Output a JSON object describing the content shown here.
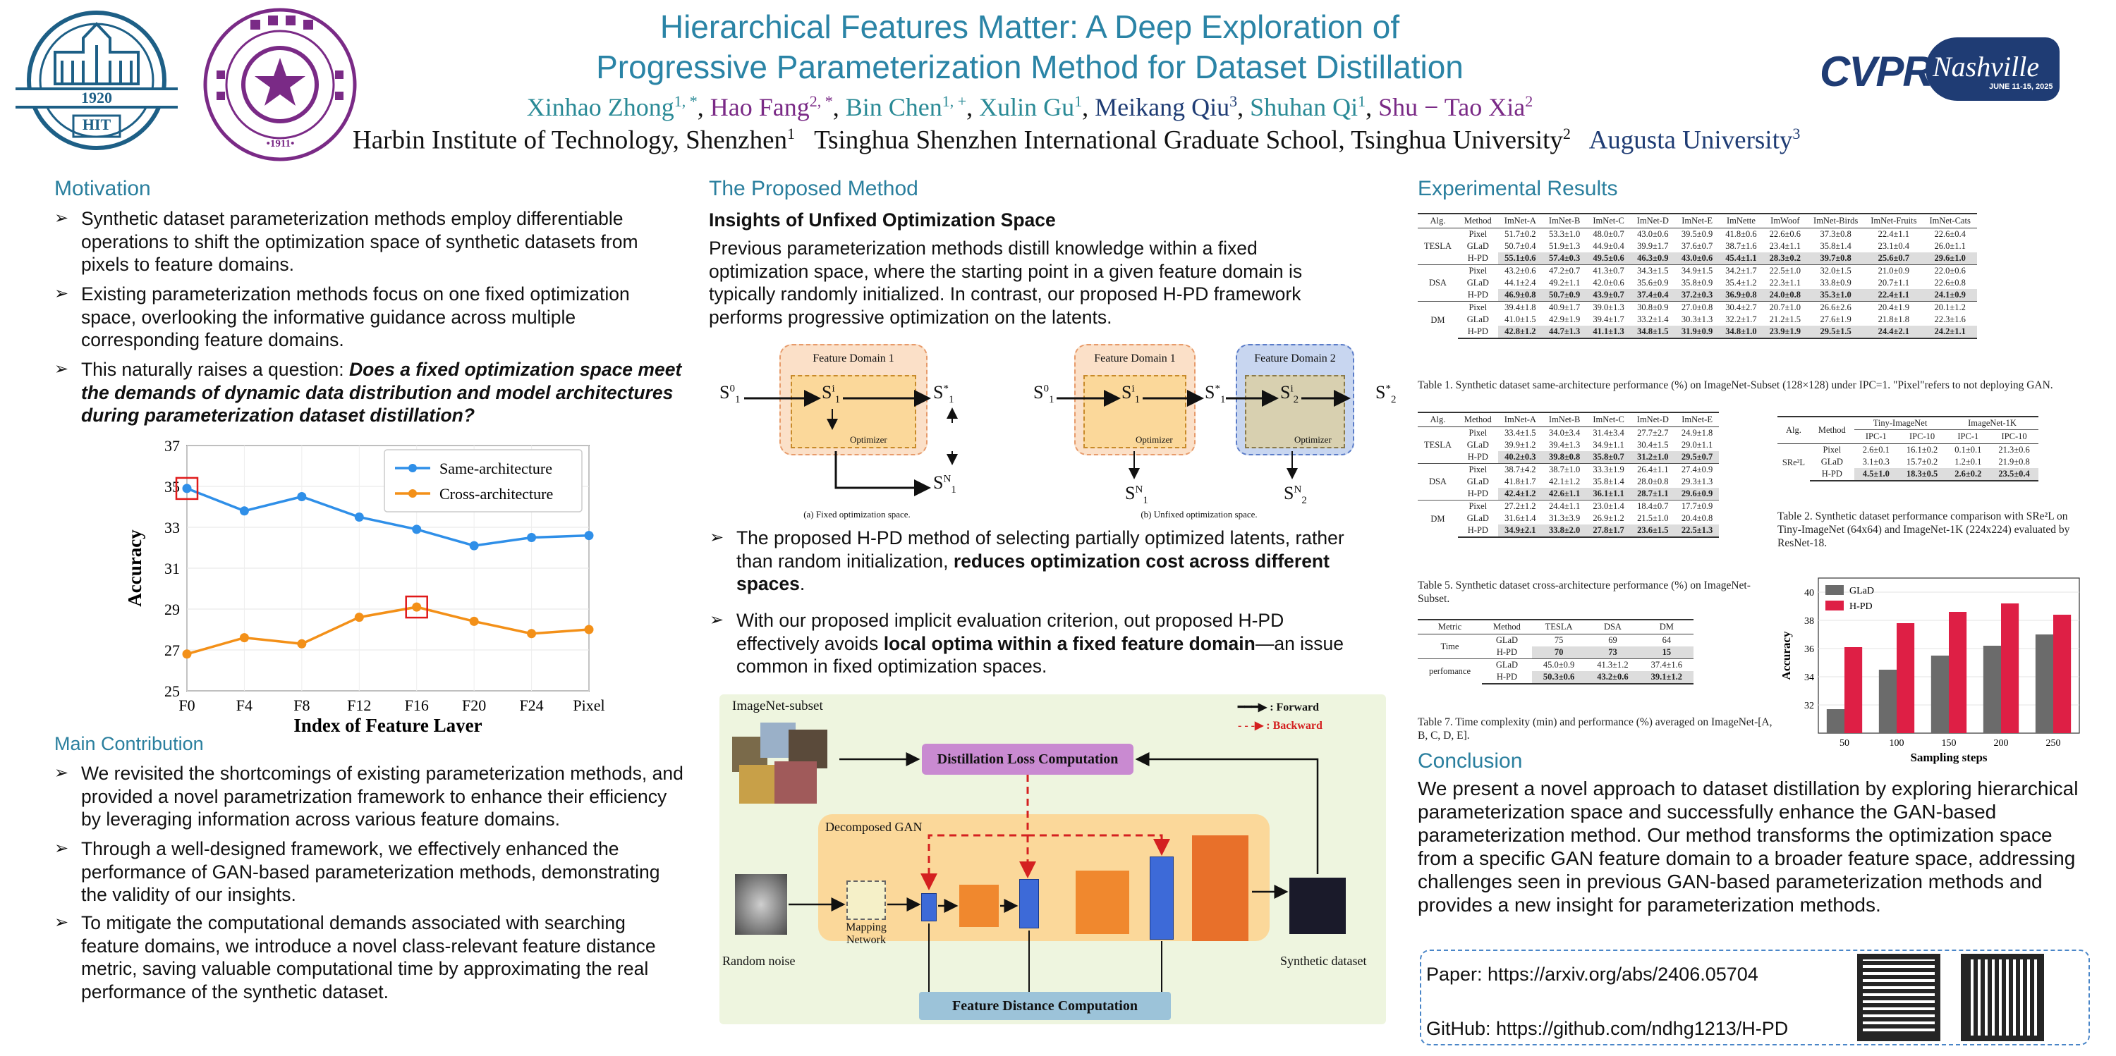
{
  "header": {
    "title_line1": "Hierarchical Features Matter: A Deep Exploration of",
    "title_line2": "Progressive Parameterization Method for Dataset Distillation",
    "authors": [
      {
        "name": "Xinhao Zhong",
        "sup": "1, *",
        "color": "#2a8a96"
      },
      {
        "name": "Hao Fang",
        "sup": "2, *",
        "color": "#7a2a86"
      },
      {
        "name": "Bin Chen",
        "sup": "1, +",
        "color": "#2a8a96"
      },
      {
        "name": "Xulin Gu",
        "sup": "1",
        "color": "#2a8a96"
      },
      {
        "name": "Meikang Qiu",
        "sup": "3",
        "color": "#1f3c74"
      },
      {
        "name": "Shuhan Qi",
        "sup": "1",
        "color": "#2a8a96"
      },
      {
        "name": "Shu − Tao Xia",
        "sup": "2",
        "color": "#7a2a86"
      }
    ],
    "aff1": "Harbin Institute of Technology, Shenzhen",
    "aff1_sup": "1",
    "aff2": "Tsinghua Shenzhen International Graduate School, Tsinghua University",
    "aff2_sup": "2",
    "aff3": "Augusta University",
    "aff3_sup": "3",
    "hit_logo_year": "1920",
    "hit_logo_text": "HIT",
    "thu_logo_year": "1911",
    "cvpr_text": "CVPR",
    "cvpr_city": "Nashville",
    "cvpr_dates": "JUNE 11-15, 2025"
  },
  "motivation": {
    "title": "Motivation",
    "b1": "Synthetic dataset parameterization methods employ differentiable operations to shift the optimization space of synthetic datasets from pixels to feature domains.",
    "b2": "Existing parameterization methods focus on one fixed optimization space, overlooking the informative guidance across multiple corresponding feature domains.",
    "b3_pre": "This naturally raises a question: ",
    "b3_em": "Does a fixed optimization space meet the demands of dynamic data distribution and model architectures during parameterization dataset distillation?"
  },
  "chart_data": {
    "type": "line",
    "categories": [
      "F0",
      "F4",
      "F8",
      "F12",
      "F16",
      "F20",
      "F24",
      "Pixel"
    ],
    "series": [
      {
        "name": "Same-architecture",
        "values": [
          34.9,
          33.8,
          34.5,
          33.5,
          32.9,
          32.1,
          32.5,
          32.6
        ],
        "color": "#2f8fe8"
      },
      {
        "name": "Cross-architecture",
        "values": [
          26.8,
          27.6,
          27.3,
          28.6,
          29.1,
          28.4,
          27.8,
          28.0
        ],
        "color": "#f39018"
      }
    ],
    "xlabel": "Index of Feature Layer",
    "ylabel": "Accuracy",
    "ylim": [
      25,
      37
    ],
    "yticks": [
      25,
      27,
      29,
      31,
      33,
      35,
      37
    ],
    "grid": true,
    "legend": "top-right",
    "highlight_boxes": [
      "F0 same-architecture",
      "F16 cross-architecture"
    ]
  },
  "contribution": {
    "title": "Main Contribution",
    "b1": "We revisited the shortcomings of existing parameterization methods, and provided a novel parametrization framework to enhance their efficiency by leveraging information across various feature domains.",
    "b2": "Through a well-designed framework, we effectively enhanced the performance of GAN-based parameterization methods, demonstrating the validity of our insights.",
    "b3": "To mitigate the computational demands associated with searching feature domains, we introduce a novel class-relevant feature distance metric, saving valuable computational time by approximating the real performance of the synthetic dataset."
  },
  "method": {
    "title": "The Proposed Method",
    "subtitle": "Insights of Unfixed Optimization Space",
    "intro": "Previous parameterization methods distill knowledge within a fixed optimization space, where the starting point in a given feature domain is typically randomly initialized. In contrast, our proposed H-PD framework performs progressive optimization on the latents.",
    "b1_pre": "The proposed H-PD method of selecting partially optimized latents, rather than random initialization, ",
    "b1_bold": "reduces optimization cost across different spaces",
    "b1_post": ".",
    "b2_pre": "With our proposed implicit evaluation criterion, out proposed H-PD effectively avoids ",
    "b2_bold": "local optima within a fixed feature domain",
    "b2_post": "—an issue common in fixed optimization spaces.",
    "fig_a": {
      "domain": "Feature Domain 1",
      "optimizer": "Optimizer",
      "s0": "S",
      "caption": "(a) Fixed optimization space."
    },
    "fig_b": {
      "domain1": "Feature Domain 1",
      "domain2": "Feature Domain 2",
      "optimizer": "Optimizer",
      "caption": "(b) Unfixed optimization space."
    },
    "framework": {
      "imagenet": "ImageNet-subset",
      "forward": "Forward",
      "backward": "Backward",
      "dist_loss": "Distillation Loss Computation",
      "decomposed": "Decomposed GAN",
      "random_noise": "Random noise",
      "mapping": "Mapping\nNetwork",
      "synthetic": "Synthetic dataset",
      "feat_dist": "Feature Distance Computation"
    }
  },
  "results": {
    "title": "Experimental Results",
    "table1": {
      "headers": [
        "Alg.",
        "Method",
        "ImNet-A",
        "ImNet-B",
        "ImNet-C",
        "ImNet-D",
        "ImNet-E",
        "ImNette",
        "ImWoof",
        "ImNet-Birds",
        "ImNet-Fruits",
        "ImNet-Cats"
      ],
      "groups": [
        {
          "alg": "TESLA",
          "rows": [
            [
              "Pixel",
              "51.7±0.2",
              "53.3±1.0",
              "48.0±0.7",
              "43.0±0.6",
              "39.5±0.9",
              "41.8±0.6",
              "22.6±0.6",
              "37.3±0.8",
              "22.4±1.1",
              "22.6±0.4"
            ],
            [
              "GLaD",
              "50.7±0.4",
              "51.9±1.3",
              "44.9±0.4",
              "39.9±1.7",
              "37.6±0.7",
              "38.7±1.6",
              "23.4±1.1",
              "35.8±1.4",
              "23.1±0.4",
              "26.0±1.1"
            ],
            [
              "H-PD",
              "55.1±0.6",
              "57.4±0.3",
              "49.5±0.6",
              "46.3±0.9",
              "43.0±0.6",
              "45.4±1.1",
              "28.3±0.2",
              "39.7±0.8",
              "25.6±0.7",
              "29.6±1.0"
            ]
          ]
        },
        {
          "alg": "DSA",
          "rows": [
            [
              "Pixel",
              "43.2±0.6",
              "47.2±0.7",
              "41.3±0.7",
              "34.3±1.5",
              "34.9±1.5",
              "34.2±1.7",
              "22.5±1.0",
              "32.0±1.5",
              "21.0±0.9",
              "22.0±0.6"
            ],
            [
              "GLaD",
              "44.1±2.4",
              "49.2±1.1",
              "42.0±0.6",
              "35.6±0.9",
              "35.8±0.9",
              "35.4±1.2",
              "22.3±1.1",
              "33.8±0.9",
              "20.7±1.1",
              "22.6±0.8"
            ],
            [
              "H-PD",
              "46.9±0.8",
              "50.7±0.9",
              "43.9±0.7",
              "37.4±0.4",
              "37.2±0.3",
              "36.9±0.8",
              "24.0±0.8",
              "35.3±1.0",
              "22.4±1.1",
              "24.1±0.9"
            ]
          ]
        },
        {
          "alg": "DM",
          "rows": [
            [
              "Pixel",
              "39.4±1.8",
              "40.9±1.7",
              "39.0±1.3",
              "30.8±0.9",
              "27.0±0.8",
              "30.4±2.7",
              "20.7±1.0",
              "26.6±2.6",
              "20.4±1.9",
              "20.1±1.2"
            ],
            [
              "GLaD",
              "41.0±1.5",
              "42.9±1.9",
              "39.4±1.7",
              "33.2±1.4",
              "30.3±1.3",
              "32.2±1.7",
              "21.2±1.5",
              "27.6±1.9",
              "21.8±1.8",
              "22.3±1.6"
            ],
            [
              "H-PD",
              "42.8±1.2",
              "44.7±1.3",
              "41.1±1.3",
              "34.8±1.5",
              "31.9±0.9",
              "34.8±1.0",
              "23.9±1.9",
              "29.5±1.5",
              "24.4±2.1",
              "24.2±1.1"
            ]
          ]
        }
      ],
      "caption": "Table 1. Synthetic dataset same-architecture performance (%) on ImageNet-Subset (128×128) under IPC=1. \"Pixel\"refers to not deploying GAN."
    },
    "table5": {
      "headers": [
        "Alg.",
        "Method",
        "ImNet-A",
        "ImNet-B",
        "ImNet-C",
        "ImNet-D",
        "ImNet-E"
      ],
      "groups": [
        {
          "alg": "TESLA",
          "rows": [
            [
              "Pixel",
              "33.4±1.5",
              "34.0±3.4",
              "31.4±3.4",
              "27.7±2.7",
              "24.9±1.8"
            ],
            [
              "GLaD",
              "39.9±1.2",
              "39.4±1.3",
              "34.9±1.1",
              "30.4±1.5",
              "29.0±1.1"
            ],
            [
              "H-PD",
              "40.2±0.3",
              "39.8±0.8",
              "35.8±0.7",
              "31.2±1.0",
              "29.5±0.7"
            ]
          ]
        },
        {
          "alg": "DSA",
          "rows": [
            [
              "Pixel",
              "38.7±4.2",
              "38.7±1.0",
              "33.3±1.9",
              "26.4±1.1",
              "27.4±0.9"
            ],
            [
              "GLaD",
              "41.8±1.7",
              "42.1±1.2",
              "35.8±1.4",
              "28.0±0.8",
              "29.3±1.3"
            ],
            [
              "H-PD",
              "42.4±1.2",
              "42.6±1.1",
              "36.1±1.1",
              "28.7±1.1",
              "29.6±0.9"
            ]
          ]
        },
        {
          "alg": "DM",
          "rows": [
            [
              "Pixel",
              "27.2±1.2",
              "24.4±1.1",
              "23.0±1.4",
              "18.4±0.7",
              "17.7±0.9"
            ],
            [
              "GLaD",
              "31.6±1.4",
              "31.3±3.9",
              "26.9±1.2",
              "21.5±1.0",
              "20.4±0.8"
            ],
            [
              "H-PD",
              "34.9±2.1",
              "33.8±2.0",
              "27.8±1.7",
              "23.6±1.5",
              "22.5±1.3"
            ]
          ]
        }
      ],
      "caption": "Table 5. Synthetic dataset cross-architecture performance (%) on ImageNet-Subset."
    },
    "table2": {
      "headers": [
        "Alg.",
        "Method",
        "Tiny-ImageNet",
        "ImageNet-1K"
      ],
      "subheaders": [
        "IPC-1",
        "IPC-10",
        "IPC-1",
        "IPC-10"
      ],
      "alg": "SRe²L",
      "rows": [
        [
          "Pixel",
          "2.6±0.1",
          "16.1±0.2",
          "0.1±0.1",
          "21.3±0.6"
        ],
        [
          "GLaD",
          "3.1±0.3",
          "15.7±0.2",
          "1.2±0.1",
          "21.9±0.8"
        ],
        [
          "H-PD",
          "4.5±1.0",
          "18.3±0.5",
          "2.6±0.2",
          "23.5±0.4"
        ]
      ],
      "caption": "Table 2. Synthetic dataset performance comparison with SRe²L on Tiny-ImageNet (64x64) and ImageNet-1K (224x224) evaluated by ResNet-18."
    },
    "table7": {
      "headers": [
        "Metric",
        "Method",
        "TESLA",
        "DSA",
        "DM"
      ],
      "groups": [
        {
          "metric": "Time",
          "rows": [
            [
              "GLaD",
              "75",
              "69",
              "64"
            ],
            [
              "H-PD",
              "70",
              "73",
              "15"
            ]
          ]
        },
        {
          "metric": "perfomance",
          "rows": [
            [
              "GLaD",
              "45.0±0.9",
              "41.3±1.2",
              "37.4±1.6"
            ],
            [
              "H-PD",
              "50.3±0.6",
              "43.2±0.6",
              "39.1±1.2"
            ]
          ]
        }
      ],
      "caption": "Table 7. Time complexity (min) and performance (%) averaged on ImageNet-[A, B, C, D, E]."
    },
    "bar_chart": {
      "type": "bar",
      "categories": [
        "50",
        "100",
        "150",
        "200",
        "250"
      ],
      "series": [
        {
          "name": "GLaD",
          "values": [
            31.7,
            34.5,
            35.5,
            36.2,
            37.0
          ],
          "color": "#6b6b6b"
        },
        {
          "name": "H-PD",
          "values": [
            36.1,
            37.8,
            38.6,
            39.2,
            38.4
          ],
          "color": "#de1f45"
        }
      ],
      "xlabel": "Sampling steps",
      "ylabel": "Accuracy",
      "ylim": [
        30,
        41
      ],
      "yticks": [
        32,
        34,
        36,
        38,
        40
      ],
      "grid": true,
      "legend": "top-left"
    }
  },
  "conclusion": {
    "title": "Conclusion",
    "text": "We present a novel approach to dataset distillation by exploring hierarchical parameterization space and successfully enhance the GAN-based parameterization method. Our method transforms the optimization space from a specific GAN feature domain to a broader feature space, addressing challenges seen in previous GAN-based parameterization methods and provides a new insight for parameterization methods.",
    "paper": "Paper: https://arxiv.org/abs/2406.05704",
    "github": "GitHub: https://github.com/ndhg1213/H-PD"
  }
}
